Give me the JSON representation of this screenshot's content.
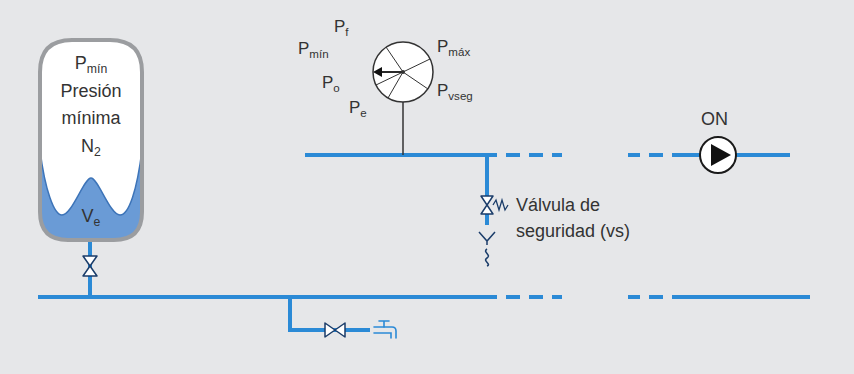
{
  "diagram": {
    "nodes": [
      {
        "text": [
          "Pmín",
          "Presión mínima",
          "N2",
          "Ve"
        ]
      }
    ],
    "labels": [
      "Pf",
      "Pmín",
      "Pmáx",
      "Po",
      "Pvseg",
      "Pe",
      "ON",
      "Válvula de seguridad (vs)"
    ]
  }
}
